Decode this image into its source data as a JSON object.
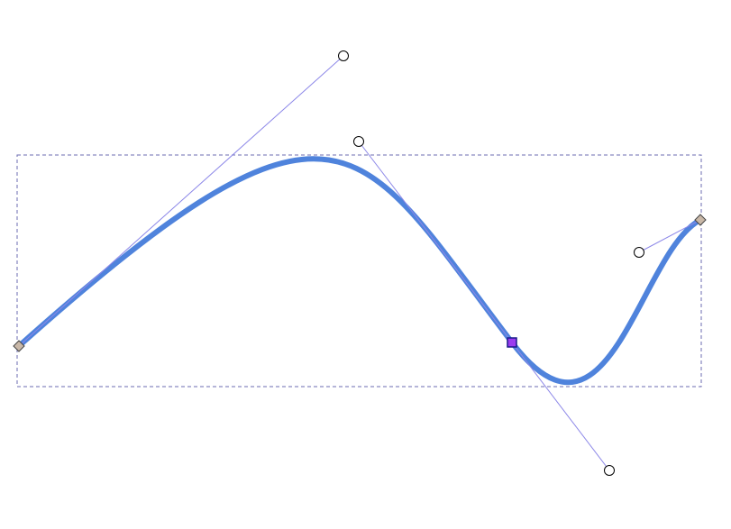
{
  "editor": {
    "mode": "node-editing",
    "selected_node": "node-2"
  },
  "colors": {
    "background": "#ffffff",
    "path_stroke": "#4f83dc",
    "handle_line": "#8c87e8",
    "bbox_dash": "#6b6bb0",
    "handle_fill": "#ffffff",
    "handle_stroke": "#000000",
    "cusp_node_fill": "#c9b8a8",
    "cusp_node_stroke": "#444444",
    "selected_node_fill": "#9b3cf0",
    "selected_node_stroke": "#1a1a8a"
  },
  "path": {
    "nodes": [
      {
        "id": "node-1",
        "type": "cusp"
      },
      {
        "id": "node-2",
        "type": "smooth",
        "selected": true
      },
      {
        "id": "node-3",
        "type": "cusp"
      }
    ],
    "handles": [
      {
        "id": "handle-1-out",
        "node": "node-1"
      },
      {
        "id": "handle-2-in",
        "node": "node-2"
      },
      {
        "id": "handle-2-out",
        "node": "node-2"
      },
      {
        "id": "handle-3-in",
        "node": "node-3"
      }
    ]
  }
}
